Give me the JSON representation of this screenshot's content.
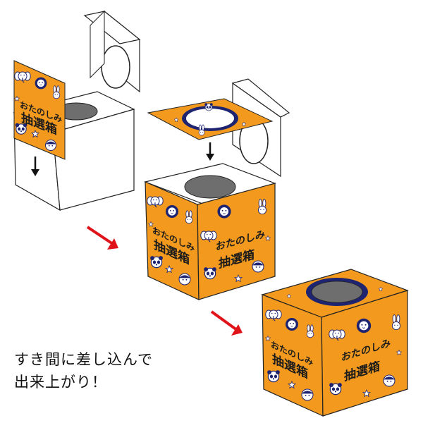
{
  "caption": {
    "line1": "すき間に差し込んで",
    "line2": "出来上がり！"
  },
  "box_label": {
    "line1": "おたのしみ",
    "line2": "抽選箱"
  },
  "colors": {
    "orange": "#F39A1E",
    "navy": "#1E2470",
    "arrow_red": "#E0131A",
    "hole": "#6E6E6E",
    "outline": "#222222"
  },
  "icons": [
    "lion-icon",
    "rabbit-icon",
    "elephant-icon",
    "panda-icon",
    "monkey-icon",
    "star-icon"
  ]
}
